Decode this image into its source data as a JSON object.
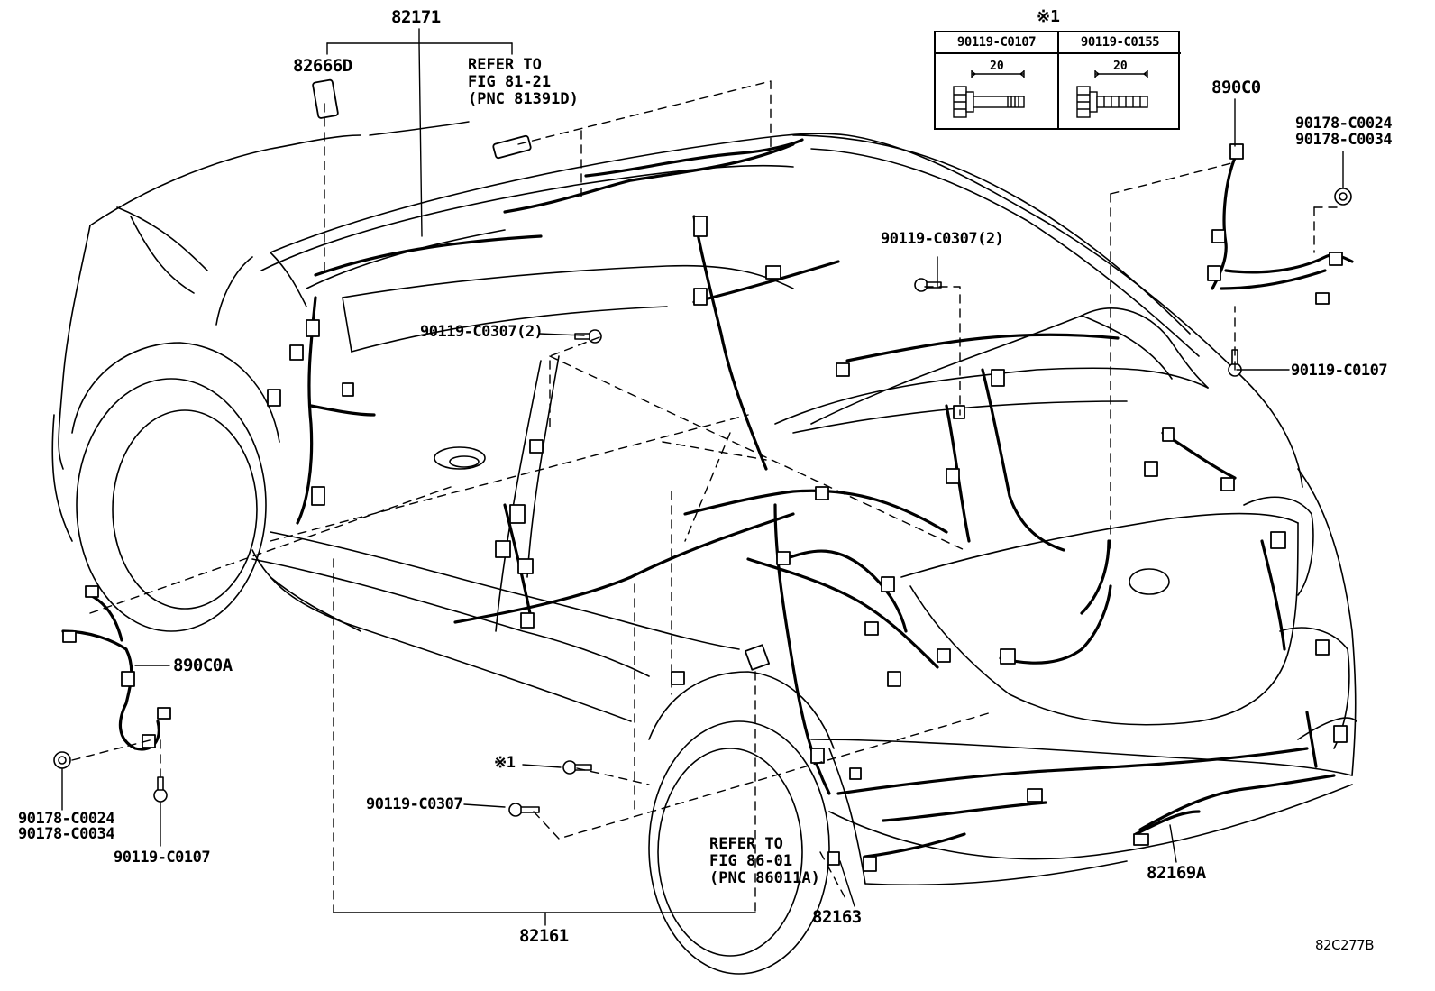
{
  "legend": {
    "mark": "※1",
    "columns": [
      {
        "part": "90119-C0107",
        "dimension": "20"
      },
      {
        "part": "90119-C0155",
        "dimension": "20"
      }
    ]
  },
  "labels": {
    "p82171": "82171",
    "p82666D": "82666D",
    "refer_81": [
      "REFER TO",
      "FIG 81-21",
      "(PNC 81391D)"
    ],
    "p890C0": "890C0",
    "p90178_top_a": "90178-C0024",
    "p90178_top_b": "90178-C0034",
    "p90119_c0307_2_right": "90119-C0307(2)",
    "p90119_c0307_2_left": "90119-C0307(2)",
    "p90119_c0107_right": "90119-C0107",
    "p890C0A": "890C0A",
    "p90178_left_a": "90178-C0024",
    "p90178_left_b": "90178-C0034",
    "p90119_c0107_left": "90119-C0107",
    "mark1": "※1",
    "p90119_c0307": "90119-C0307",
    "refer_86": [
      "REFER TO",
      "FIG 86-01",
      "(PNC 86011A)"
    ],
    "p82161": "82161",
    "p82163": "82163",
    "p82169A": "82169A",
    "diagram_code": "82C277B"
  }
}
